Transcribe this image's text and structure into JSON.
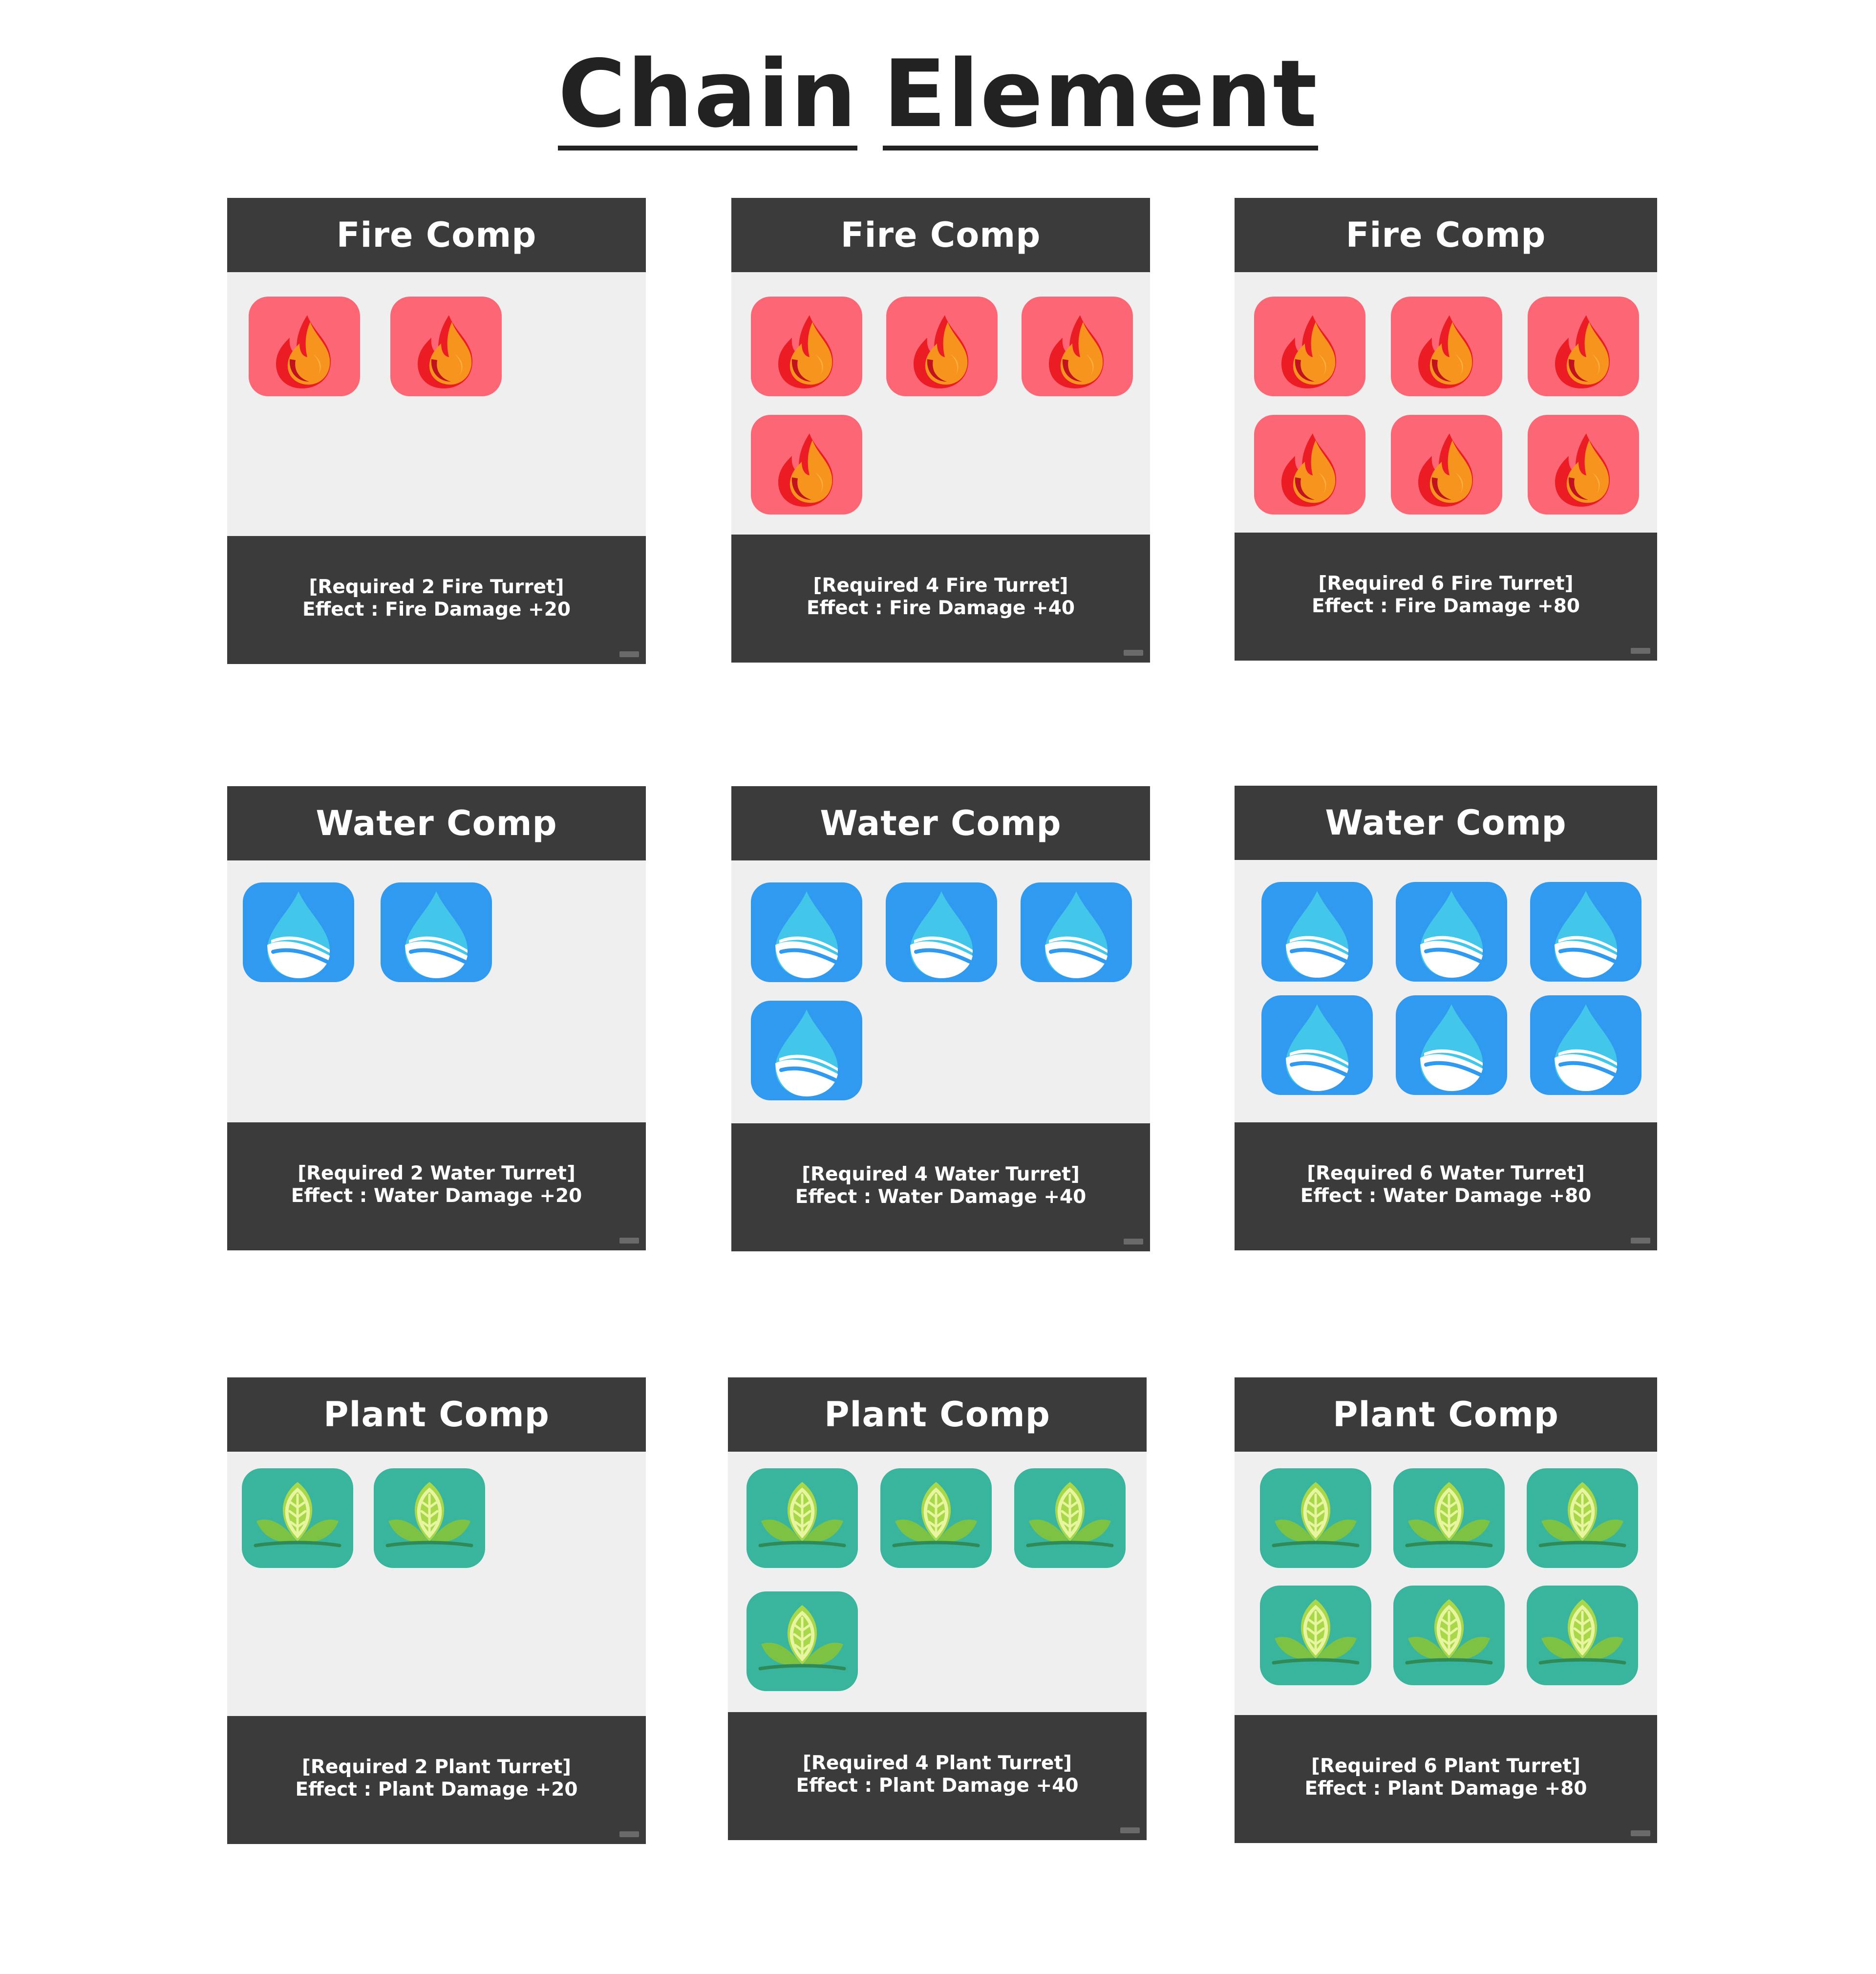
{
  "title_words": [
    "Chain",
    "Element"
  ],
  "colors": {
    "card_dark": "#3b3b3b",
    "card_body": "#efefef",
    "fire_tile": "#fd6674",
    "water_tile": "#2f9af0",
    "plant_tile": "#3ab59d"
  },
  "cards": [
    {
      "element": "fire",
      "icon": "flame-icon",
      "title": "Fire Comp",
      "required": "[Required 2 Fire Turret]",
      "effect": "Effect : Fire Damage +20",
      "turret_count": 2
    },
    {
      "element": "fire",
      "icon": "flame-icon",
      "title": "Fire Comp",
      "required": "[Required 4 Fire Turret]",
      "effect": "Effect : Fire Damage +40",
      "turret_count": 4
    },
    {
      "element": "fire",
      "icon": "flame-icon",
      "title": "Fire Comp",
      "required": "[Required 6 Fire Turret]",
      "effect": "Effect : Fire Damage +80",
      "turret_count": 6
    },
    {
      "element": "water",
      "icon": "water-drop-icon",
      "title": "Water Comp",
      "required": "[Required 2 Water Turret]",
      "effect": "Effect : Water Damage +20",
      "turret_count": 2
    },
    {
      "element": "water",
      "icon": "water-drop-icon",
      "title": "Water Comp",
      "required": "[Required 4 Water Turret]",
      "effect": "Effect : Water Damage +40",
      "turret_count": 4
    },
    {
      "element": "water",
      "icon": "water-drop-icon",
      "title": "Water Comp",
      "required": "[Required 6 Water Turret]",
      "effect": "Effect : Water Damage +80",
      "turret_count": 6
    },
    {
      "element": "plant",
      "icon": "leaf-icon",
      "title": "Plant Comp",
      "required": "[Required 2 Plant Turret]",
      "effect": "Effect : Plant Damage +20",
      "turret_count": 2
    },
    {
      "element": "plant",
      "icon": "leaf-icon",
      "title": "Plant Comp",
      "required": "[Required 4 Plant Turret]",
      "effect": "Effect : Plant Damage +40",
      "turret_count": 4
    },
    {
      "element": "plant",
      "icon": "leaf-icon",
      "title": "Plant Comp",
      "required": "[Required 6 Plant Turret]",
      "effect": "Effect : Plant Damage +80",
      "turret_count": 6
    }
  ]
}
